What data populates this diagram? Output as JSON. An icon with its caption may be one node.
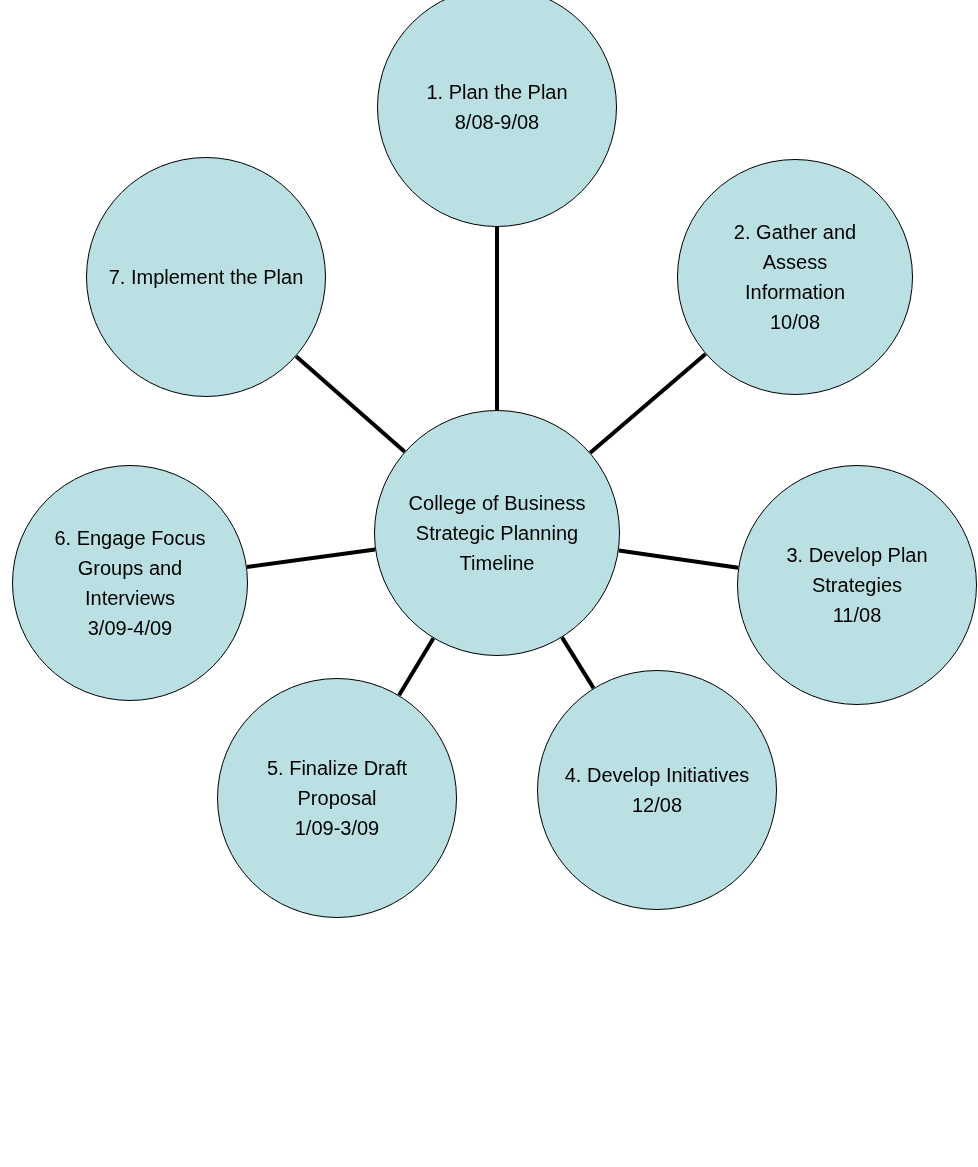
{
  "diagram": {
    "nodes": [
      {
        "text": [
          "College of Business Strategic Planning Timeline"
        ]
      },
      {
        "text": [
          "1. Plan the Plan",
          "8/08-9/08"
        ]
      },
      {
        "text": [
          "2. Gather and Assess Information",
          "10/08"
        ]
      },
      {
        "text": [
          "3. Develop Plan Strategies",
          "11/08"
        ]
      },
      {
        "text": [
          "4. Develop Initiatives",
          "12/08"
        ]
      },
      {
        "text": [
          "5. Finalize Draft Proposal",
          "1/09-3/09"
        ]
      },
      {
        "text": [
          "6. Engage Focus Groups and Interviews",
          "3/09-4/09"
        ]
      },
      {
        "text": [
          "7. Implement the Plan"
        ]
      }
    ],
    "edges": [
      {
        "from": 0,
        "to": 1,
        "arrow": "none"
      },
      {
        "from": 0,
        "to": 2,
        "arrow": "none"
      },
      {
        "from": 0,
        "to": 3,
        "arrow": "none"
      },
      {
        "from": 0,
        "to": 4,
        "arrow": "none"
      },
      {
        "from": 0,
        "to": 5,
        "arrow": "none"
      },
      {
        "from": 0,
        "to": 6,
        "arrow": "none"
      },
      {
        "from": 0,
        "to": 7,
        "arrow": "none"
      }
    ]
  }
}
